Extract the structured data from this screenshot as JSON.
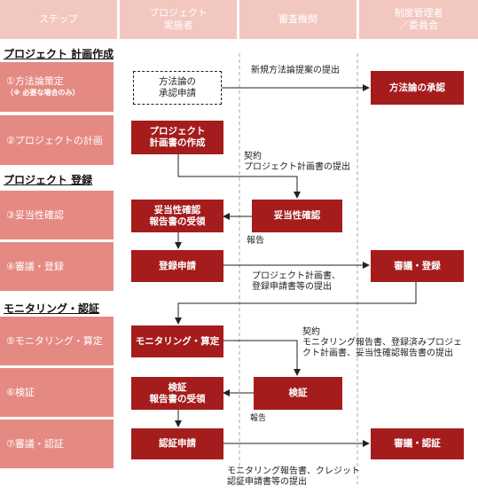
{
  "header": {
    "step": "ステップ",
    "implementer": [
      "プロジェクト",
      "実施者"
    ],
    "reviewer": "審査機関",
    "administrator": [
      "制度管理者",
      "／委員会"
    ]
  },
  "sections": {
    "planning": "プロジェクト 計画作成",
    "registration": "プロジェクト 登録",
    "monitoring": "モニタリング・認証"
  },
  "steps": [
    {
      "label": "①方法論策定",
      "sub": "（※ 必要な場合のみ）"
    },
    {
      "label": "②プロジェクトの計画",
      "sub": ""
    },
    {
      "label": "③妥当性確認",
      "sub": ""
    },
    {
      "label": "④審議・登録",
      "sub": ""
    },
    {
      "label": "⑤モニタリング・算定",
      "sub": ""
    },
    {
      "label": "⑥検証",
      "sub": ""
    },
    {
      "label": "⑦審議・認証",
      "sub": ""
    }
  ],
  "boxes": {
    "methodology_request": [
      "方法論の",
      "承認申請"
    ],
    "methodology_approval": "方法論の承認",
    "plan_creation": [
      "プロジェクト",
      "計画書の作成"
    ],
    "validation": "妥当性確認",
    "validation_report_receipt": [
      "妥当性確認",
      "報告書の受領"
    ],
    "registration_application": "登録申請",
    "deliberation_registration": "審議・登録",
    "monitoring_calculation": "モニタリング・算定",
    "verification": "検証",
    "verification_report_receipt": [
      "検証",
      "報告書の受領"
    ],
    "certification_application": "認証申請",
    "deliberation_certification": "審議・認証"
  },
  "annotations": {
    "new_methodology": "新規方法論提案の提出",
    "contract_plan": [
      "契約",
      "プロジェクト計画書の提出"
    ],
    "report_1": "報告",
    "registration_docs": [
      "プロジェクト計画書、",
      "登録申請書等の提出"
    ],
    "contract_monitoring": [
      "契約",
      "モニタリング報告書、登録済みプロジェ",
      "クト計画書、妥当性確認報告書の提出"
    ],
    "report_2": "報告",
    "certification_docs": [
      "モニタリング報告書、クレジット",
      "認証申請書等の提出"
    ]
  },
  "colors": {
    "header": "#f2c7c0",
    "step": "#e58a82",
    "box": "#a51c1c",
    "lane_divider": "#aaaaaa"
  }
}
